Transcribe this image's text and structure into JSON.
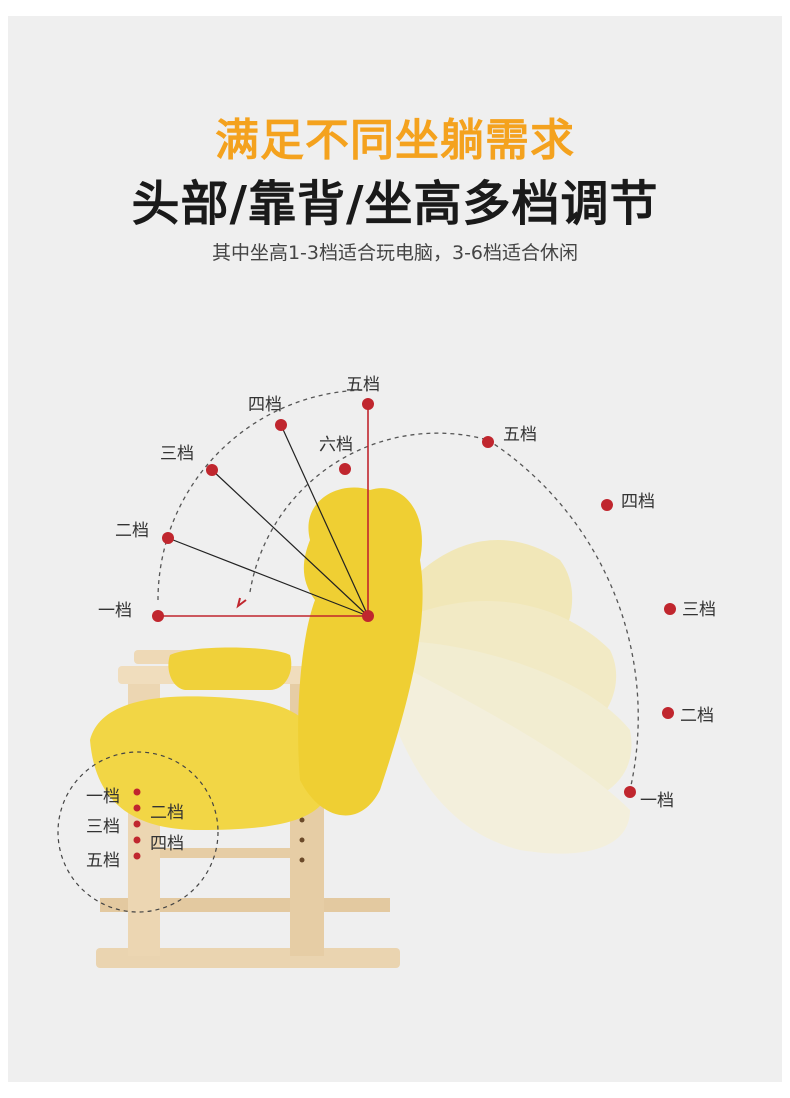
{
  "headline": {
    "title": "满足不同坐躺需求",
    "subtitle_main": "头部/靠背/坐高多档调节",
    "note": "其中坐高1-3档适合玩电脑，3-6档适合休闲"
  },
  "colors": {
    "accent": "#f4a21e",
    "marker": "#c0262e",
    "cushion": "#f2d645",
    "wood": "#e9d2ad",
    "background": "#efefef"
  },
  "head_levels": [
    "一档",
    "二档",
    "三档",
    "四档",
    "五档"
  ],
  "back_levels": [
    "一档",
    "二档",
    "三档",
    "四档",
    "五档",
    "六档"
  ],
  "seat_levels_left": [
    "一档",
    "三档",
    "五档"
  ],
  "seat_levels_right": [
    "二档",
    "四档"
  ]
}
